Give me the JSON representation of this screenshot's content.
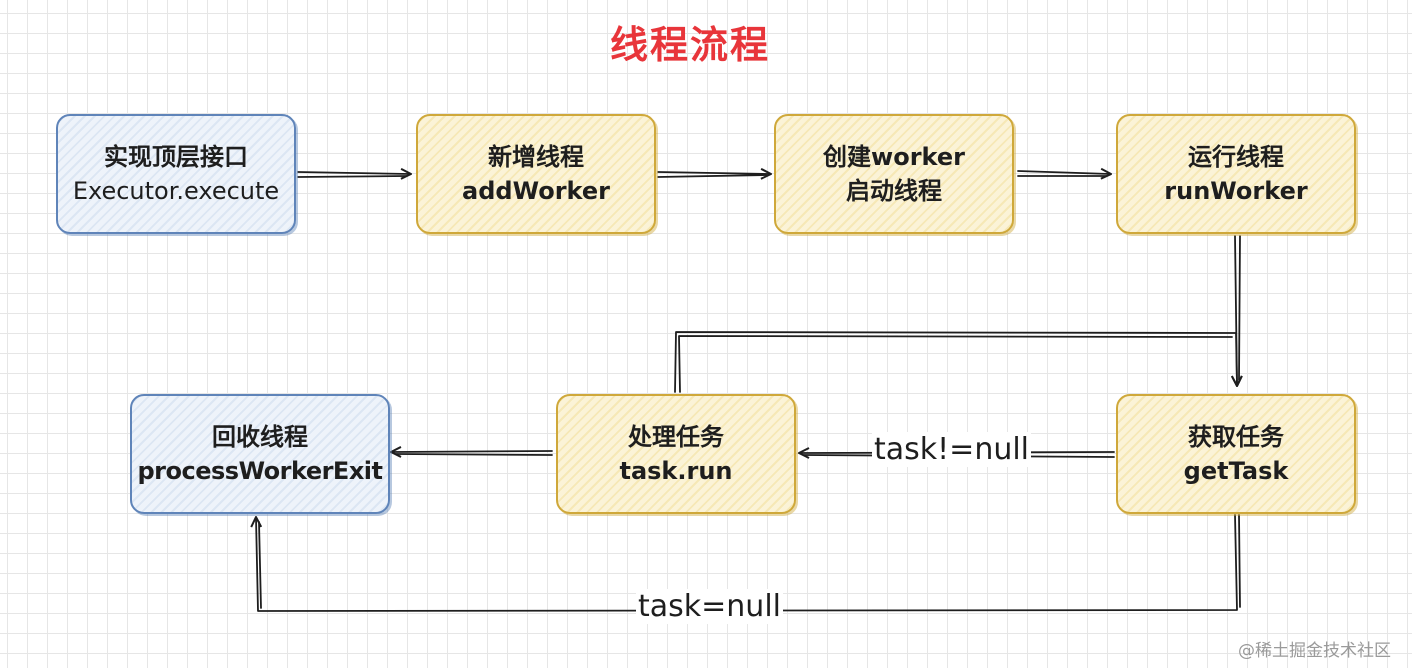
{
  "title": "线程流程",
  "nodes": {
    "execute": {
      "line1": "实现顶层接口",
      "line2": "Executor.execute"
    },
    "add_worker": {
      "line1": "新增线程",
      "line2": "addWorker"
    },
    "create_worker": {
      "line1": "创建worker",
      "line2": "启动线程"
    },
    "run_worker": {
      "line1": "运行线程",
      "line2": "runWorker"
    },
    "get_task": {
      "line1": "获取任务",
      "line2": "getTask"
    },
    "task_run": {
      "line1": "处理任务",
      "line2": "task.run"
    },
    "exit": {
      "line1": "回收线程",
      "line2": "processWorkerExit"
    }
  },
  "edge_labels": {
    "not_null": "task!=null",
    "is_null": "task=null"
  },
  "watermark": "@稀土掘金技术社区",
  "colors": {
    "title": "#e8353a",
    "yellow_border": "#cfa83a",
    "yellow_fill": "#fbf3d7",
    "blue_border": "#5f84b9",
    "blue_fill": "#eef3fa",
    "edge": "#1e1e1e"
  }
}
